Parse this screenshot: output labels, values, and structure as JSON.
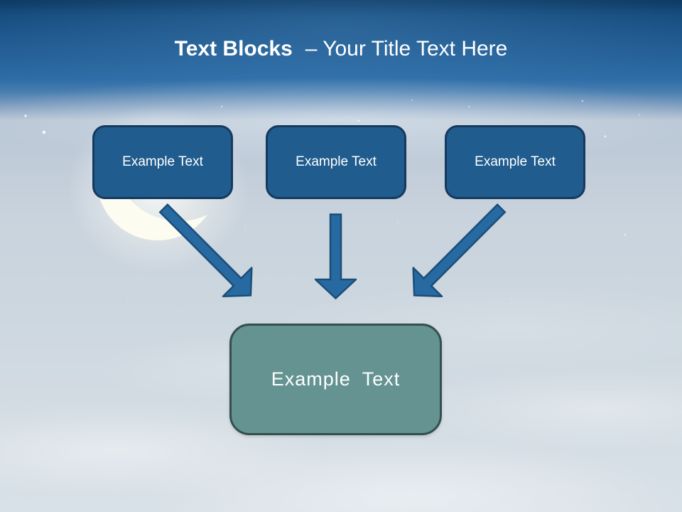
{
  "header": {
    "title_bold": "Text Blocks",
    "title_regular": "– Your Title Text Here"
  },
  "diagram": {
    "source_blocks": [
      {
        "label": "Example Text"
      },
      {
        "label": "Example Text"
      },
      {
        "label": "Example Text"
      }
    ],
    "target_block": {
      "label": "Example Text"
    },
    "arrow_icons": [
      "arrow-down-right-icon",
      "arrow-down-icon",
      "arrow-down-left-icon"
    ],
    "decorations": [
      "crescent-moon-icon",
      "stars",
      "clouds",
      "night-sky"
    ]
  },
  "colors": {
    "header_top": "#0d3a64",
    "header_mid": "#2e6da7",
    "header_fade": "#7c9cbe",
    "sky_top": "#b9c6d5",
    "sky_mid": "#c9d3dd",
    "sky_bottom": "#d9e1e8",
    "box_fill": "#205c8d",
    "box_border": "#153a5f",
    "arrow_fill": "#2769a1",
    "arrow_border": "#1a4e79",
    "target_fill": "#649392",
    "target_border": "#344f4d",
    "text_on_dark": "#ffffff",
    "moon": "#fdfcf0"
  }
}
